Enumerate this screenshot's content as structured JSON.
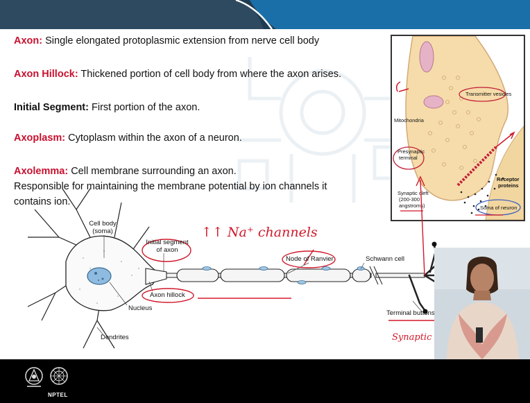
{
  "definitions": [
    {
      "term": "Axon:",
      "text": " Single elongated protoplasmic extension from  nerve cell body"
    },
    {
      "term": "Axon Hillock:",
      "text": " Thickened portion of cell body from  where the axon arises."
    },
    {
      "term": "Initial Segment:",
      "text": " First portion of the axon."
    },
    {
      "term": "Axoplasm:",
      "text": " Cytoplasm within the axon of a neuron."
    },
    {
      "term": "Axolemma:",
      "text": " Cell membrane surrounding an axon.",
      "line2": "Responsible for maintaining the membrane potential by ion channels it",
      "line3": "contains ion."
    }
  ],
  "inset_labels": {
    "transmitter_vesicles": "Transmitter vesicles",
    "mitochondria": "Mitochondria",
    "presynaptic_terminal_1": "Presynaptic",
    "presynaptic_terminal_2": "terminal",
    "receptor_proteins_1": "Receptor",
    "receptor_proteins_2": "proteins",
    "synaptic_cleft_1": "Synaptic cleft",
    "synaptic_cleft_2": "(200-300",
    "synaptic_cleft_3": "angstroms)",
    "soma_of_neuron": "Soma of neuron"
  },
  "neuron_labels": {
    "cell_body_1": "Cell body",
    "cell_body_2": "(soma)",
    "initial_segment_1": "Initial segment",
    "initial_segment_2": "of axon",
    "axon_hillock": "Axon hillock",
    "nucleus": "Nucleus",
    "dendrites": "Dendrites",
    "node_of_ranvier": "Node of Ranvier",
    "schwann_cell": "Schwann cell",
    "terminal_buttons": "Terminal buttons"
  },
  "handwriting": {
    "na_channels": "↑↑ Na⁺ channels",
    "synaptic_knobs": "Synaptic Knobs"
  },
  "footer": {
    "brand": "NPTEL"
  },
  "colors": {
    "accent_red": "#c8102e",
    "ink_red": "#d0182a",
    "topbar_blue": "#1a6fa8",
    "footer_black": "#000000"
  }
}
